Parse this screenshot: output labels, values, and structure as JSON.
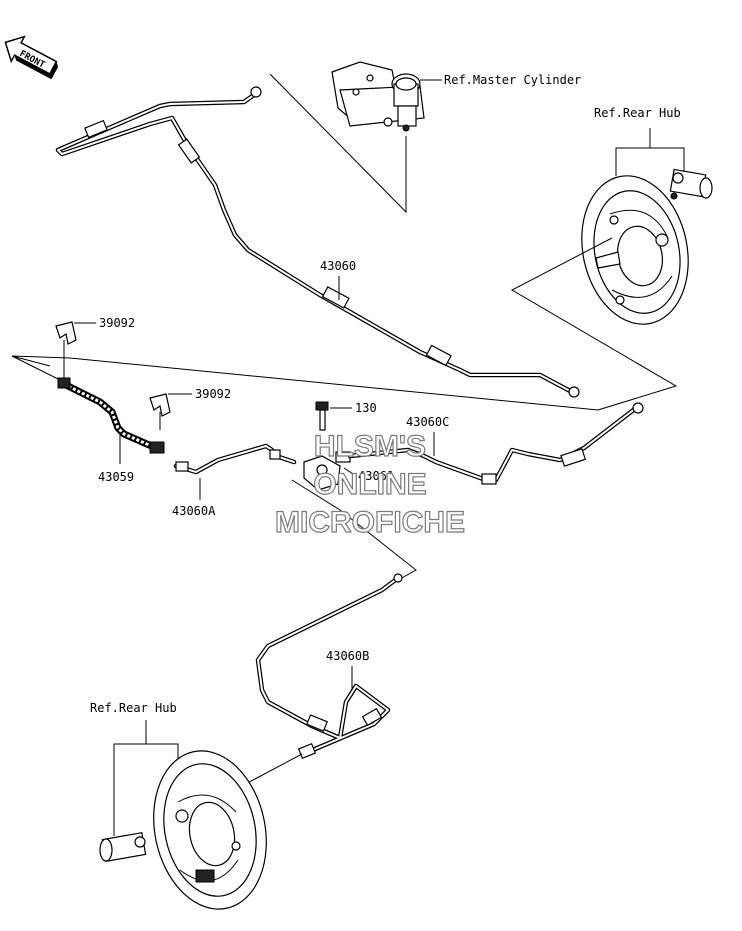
{
  "labels": {
    "front": "FRONT",
    "master_cylinder": "Ref.Master Cylinder",
    "rear_hub_top": "Ref.Rear Hub",
    "rear_hub_bottom": "Ref.Rear Hub",
    "p43060": "43060",
    "p39092_a": "39092",
    "p39092_b": "39092",
    "p43059": "43059",
    "p43060A": "43060A",
    "p130": "130",
    "p43060C": "43060C",
    "p43061": "43061",
    "p43060B": "43060B"
  },
  "watermark": {
    "line1": "HLSM'S",
    "line2": "ONLINE",
    "line3": "MICROFICHE"
  }
}
